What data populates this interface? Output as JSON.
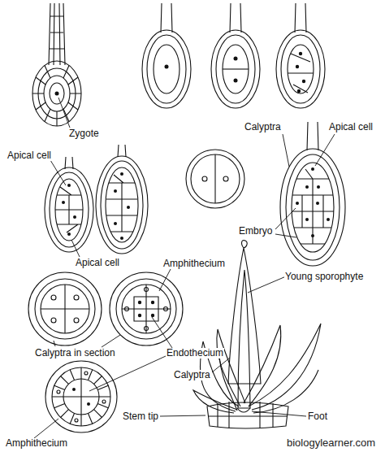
{
  "diagram": {
    "labels": [
      "Zygote",
      "Apical cell",
      "Apical cell",
      "Calyptra",
      "Apical cell",
      "Embryo",
      "Amphithecium",
      "Young sporophyte",
      "Calyptra in section",
      "Endothecium",
      "Calyptra",
      "Amphithecium",
      "Stem tip",
      "Foot",
      "biologylearner.com"
    ]
  }
}
